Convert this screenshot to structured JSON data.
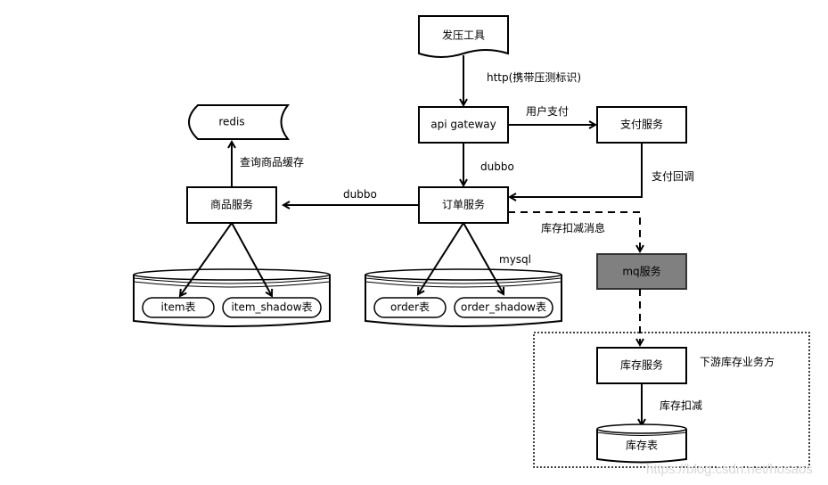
{
  "nodes": {
    "load_tool": "发压工具",
    "api_gateway": "api gateway",
    "payment_service": "支付服务",
    "redis": "redis",
    "product_service": "商品服务",
    "order_service": "订单服务",
    "mq_service": "mq服务",
    "inventory_service": "库存服务",
    "inventory_table": "库存表",
    "item_table": "item表",
    "item_shadow_table": "item_shadow表",
    "order_table": "order表",
    "order_shadow_table": "order_shadow表"
  },
  "edges": {
    "http_tag": "http(携带压测标识)",
    "user_pay": "用户支付",
    "dubbo_gateway_order": "dubbo",
    "pay_callback": "支付回调",
    "dubbo_order_product": "dubbo",
    "query_cache": "查询商品缓存",
    "inventory_msg": "库存扣减消息",
    "inventory_deduct": "库存扣减"
  },
  "labels": {
    "mysql": "mysql",
    "downstream_group": "下游库存业务方"
  },
  "watermark": "https://blog.csdn.net/hosaos",
  "colors": {
    "stroke": "#000000",
    "mq_fill": "#808080",
    "background": "#ffffff"
  }
}
